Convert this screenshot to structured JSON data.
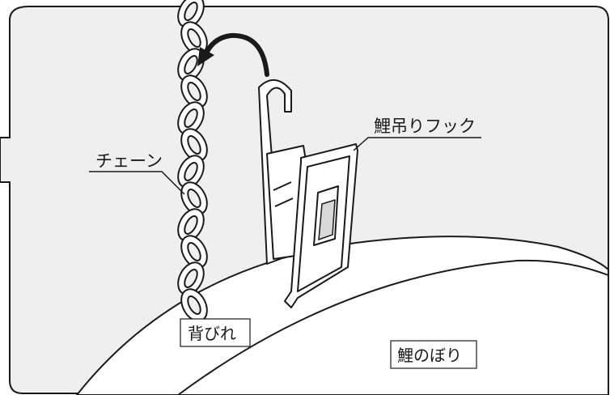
{
  "labels": {
    "chain": "チェーン",
    "hook": "鯉吊りフック",
    "fin": "背びれ",
    "koinobori": "鯉のぼり"
  },
  "colors": {
    "background_panel": "#efefef",
    "outline": "#1a1a1a",
    "fill_white": "#ffffff"
  },
  "icons": {
    "rotate_arrow": "curved-arrow-icon"
  }
}
